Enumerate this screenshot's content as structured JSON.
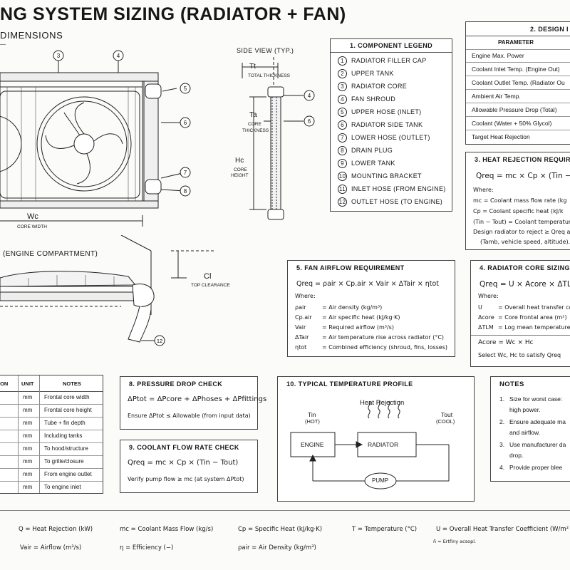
{
  "title": "NG SYSTEM SIZING (RADIATOR + FAN)",
  "subtitle": "DIMENSIONS",
  "front_view": {
    "callouts": [
      "3",
      "4",
      "5",
      "6",
      "7",
      "8"
    ],
    "wc_label": "Wc",
    "wc_sub": "CORE WIDTH"
  },
  "side_view": {
    "title": "SIDE VIEW (TYP.)",
    "tt": "Tt",
    "tt_sub": "TOTAL THICKNESS",
    "ta": "Ta",
    "ta_sub1": "CORE",
    "ta_sub2": "THICKNESS",
    "hc": "Hc",
    "hc_sub1": "CORE",
    "hc_sub2": "HEIGHT",
    "callouts": [
      "4",
      "6"
    ]
  },
  "engine_view": {
    "title": "(ENGINE COMPARTMENT)",
    "cl": "Cl",
    "cl_sub": "TOP CLEARANCE",
    "callout": "12"
  },
  "legend": {
    "title": "1. COMPONENT LEGEND",
    "items": [
      {
        "n": "1",
        "label": "RADIATOR FILLER CAP"
      },
      {
        "n": "2",
        "label": "UPPER TANK"
      },
      {
        "n": "3",
        "label": "RADIATOR CORE"
      },
      {
        "n": "4",
        "label": "FAN SHROUD"
      },
      {
        "n": "5",
        "label": "UPPER HOSE (INLET)"
      },
      {
        "n": "6",
        "label": "RADIATOR SIDE TANK"
      },
      {
        "n": "7",
        "label": "LOWER HOSE (OUTLET)"
      },
      {
        "n": "8",
        "label": "DRAIN PLUG"
      },
      {
        "n": "9",
        "label": "LOWER TANK"
      },
      {
        "n": "10",
        "label": "MOUNTING BRACKET"
      },
      {
        "n": "11",
        "label": "INLET HOSE (FROM ENGINE)"
      },
      {
        "n": "12",
        "label": "OUTLET HOSE (TO ENGINE)"
      }
    ]
  },
  "design_inputs": {
    "title": "2. DESIGN I",
    "header": "PARAMETER",
    "rows": [
      "Engine Max. Power",
      "Coolant Inlet Temp. (Engine Out)",
      "Coolant Outlet Temp. (Radiator Ou",
      "Ambient Air Temp.",
      "Allowable Pressure Drop (Total)",
      "Coolant (Water + 50% Glycol)",
      "Target Heat Rejection"
    ]
  },
  "heat_rejection": {
    "title": "3. HEAT REJECTION REQUIREM",
    "eq": "Qreq  =  mc × Cp × (Tin −",
    "where": "Where:",
    "lines": [
      "mc = Coolant mass flow rate (kg",
      "Cp = Coolant specific heat (kJ/k",
      "(Tin − Tout) = Coolant temperatur",
      "Design radiator to reject ≥ Qreq a",
      "(Tamb, vehicle speed, altitude)."
    ]
  },
  "fan_airflow": {
    "title": "5. FAN AIRFLOW REQUIREMENT",
    "eq": "Qreq  =  ρair × Cp.air × Vair × ΔTair × ηtot",
    "where": "Where:",
    "lines": [
      {
        "sym": "ρair",
        "desc": "=  Air density (kg/m³)"
      },
      {
        "sym": "Cp.air",
        "desc": "=  Air specific heat (kJ/kg·K)"
      },
      {
        "sym": "Vair",
        "desc": "=  Required airflow (m³/s)"
      },
      {
        "sym": "ΔTair",
        "desc": "=  Air temperature rise across radiator (°C)"
      },
      {
        "sym": "ηtot",
        "desc": "=  Combined efficiency (shroud, fins, losses)"
      }
    ]
  },
  "core_sizing": {
    "title": "4. RADIATOR CORE SIZING",
    "eq": "Qreq  =  U × Acore × ΔTLM",
    "where": "Where:",
    "lines": [
      {
        "sym": "U",
        "desc": "=  Overall heat transfer co"
      },
      {
        "sym": "Acore",
        "desc": "=  Core frontal area (m²)"
      },
      {
        "sym": "ΔTLM",
        "desc": "=  Log mean temperature"
      }
    ],
    "eq2": "Acore  =  Wc × Hc",
    "select": "Select Wc, Hc to satisfy Qreq"
  },
  "dim_table": {
    "headers": [
      "ION",
      "UNIT",
      "NOTES"
    ],
    "rows": [
      {
        "unit": "mm",
        "note": "Frontal core width"
      },
      {
        "unit": "mm",
        "note": "Frontal core height"
      },
      {
        "unit": "mm",
        "note": "Tube + fin depth"
      },
      {
        "unit": "mm",
        "note": "Including tanks"
      },
      {
        "unit": "mm",
        "note": "To hood/structure"
      },
      {
        "unit": "mm",
        "note": "To grille/closure"
      },
      {
        "unit": "mm",
        "note": "From engine outlet"
      },
      {
        "unit": "mm",
        "note": "To engine inlet"
      }
    ]
  },
  "pressure_drop": {
    "title": "8. PRESSURE DROP CHECK",
    "eq": "ΔPtot  =  ΔPcore  +  ΔPhoses  +  ΔPfittings",
    "check": "Ensure   ΔPtot  ≤  Allowable (from input data)"
  },
  "coolant_flow": {
    "title": "9. COOLANT FLOW RATE CHECK",
    "eq": "Qreq  =  mc  ×  Cp  ×  (Tin  −  Tout)",
    "check": "Verify pump flow  ≥  mc  (at system ΔPtot)"
  },
  "temp_profile": {
    "title": "10. TYPICAL TEMPERATURE PROFILE",
    "heat": "Heat Rejection",
    "tin": "Tin",
    "tin_sub": "(HOT)",
    "tout": "Tout",
    "tout_sub": "(COOL)",
    "engine": "ENGINE",
    "radiator": "RADIATOR",
    "pump": "PUMP"
  },
  "notes": {
    "title": "NOTES",
    "items": [
      {
        "n": "1.",
        "l1": "Size for worst case:",
        "l2": "high power."
      },
      {
        "n": "2.",
        "l1": "Ensure adequate ma",
        "l2": "and airflow."
      },
      {
        "n": "3.",
        "l1": "Use manufacturer da",
        "l2": "drop."
      },
      {
        "n": "4.",
        "l1": "Provide proper blee",
        "l2": ""
      }
    ]
  },
  "symbols": {
    "row1": [
      "Q  =  Heat Rejection (kW)",
      "mc  =  Coolant Mass Flow (kg/s)",
      "Cp  =  Specific Heat (kJ/kg·K)",
      "T  =  Temperature (°C)",
      "U  =  Overall Heat Transfer Coefficient (W/m²"
    ],
    "row2": [
      "Vair  =  Airflow (m³/s)",
      "η  =  Efficiency (−)",
      "ρair  =  Air Density (kg/m³)",
      "ñ  =  Ertfiny acsopl."
    ]
  }
}
